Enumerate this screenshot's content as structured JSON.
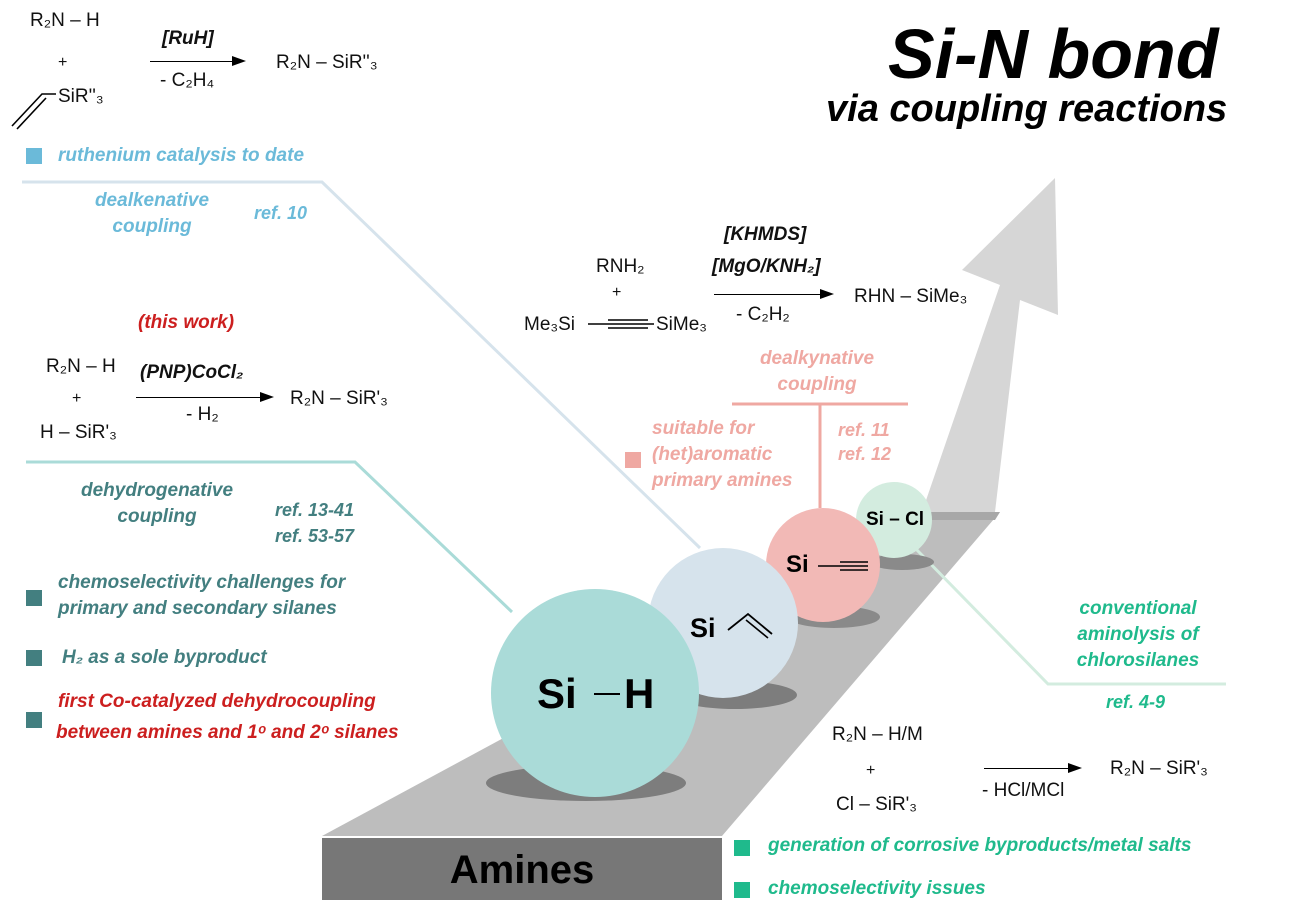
{
  "title": "Si-N bond",
  "subtitle": "via coupling reactions",
  "ruthenium": {
    "reactant1": "R₂N – H",
    "plus": "+",
    "reactant2": "SiR''₃",
    "catalyst": "[RuH]",
    "byproduct": "- C₂H₄",
    "product": "R₂N – SiR''₃",
    "bullet": "ruthenium catalysis to date",
    "label_line1": "dealkenative",
    "label_line2": "coupling",
    "ref": "ref. 10",
    "colors": {
      "blue": "#6bbad9"
    }
  },
  "this_work": {
    "tag": "(this work)",
    "reactant1": "R₂N – H",
    "plus": "+",
    "reactant2": "H – SiR'₃",
    "catalyst": "(PNP)CoCl₂",
    "byproduct": "- H₂",
    "product": "R₂N – SiR'₃",
    "label_line1": "dehydrogenative",
    "label_line2": "coupling",
    "ref1": "ref. 13-41",
    "ref2": "ref. 53-57",
    "bullets": [
      "chemoselectivity challenges for",
      "primary and secondary silanes",
      "H₂ as a sole byproduct",
      "first Co-catalyzed dehydrocoupling",
      "between amines and 1ᵒ and 2ᵒ silanes"
    ],
    "colors": {
      "teal": "#437f80",
      "red": "#cc1f1f"
    }
  },
  "dealkynative": {
    "reactant1": "RNH₂",
    "plus": "+",
    "reactant2_left": "Me₃Si",
    "reactant2_right": "SiMe₃",
    "catalyst1": "[KHMDS]",
    "catalyst2": "[MgO/KNH₂]",
    "byproduct": "- C₂H₂",
    "product": "RHN – SiMe₃",
    "label_line1": "dealkynative",
    "label_line2": "coupling",
    "ref1": "ref. 11",
    "ref2": "ref. 12",
    "note": [
      "suitable for",
      "(het)aromatic",
      "primary amines"
    ],
    "colors": {
      "pink": "#efa8a2"
    }
  },
  "aminolysis": {
    "label": [
      "conventional",
      "aminolysis of",
      "chlorosilanes"
    ],
    "ref": "ref. 4-9",
    "reactant1": "R₂N – H/M",
    "plus": "+",
    "reactant2": "Cl – SiR'₃",
    "byproduct": "- HCl/MCl",
    "product": "R₂N – SiR'₃",
    "bullets": [
      "generation of corrosive byproducts/metal salts",
      "chemoselectivity issues"
    ],
    "colors": {
      "green": "#1fba8c"
    }
  },
  "spheres": {
    "sih": "Si—H",
    "si_vinyl": "Si",
    "si_alkyne": "Si",
    "sicl": "Si – Cl",
    "colors": {
      "sih": "#aadbd8",
      "vinyl": "#d6e3ec",
      "alkyne": "#f2b9b6",
      "sicl": "#d3ecdf"
    }
  },
  "base_label": "Amines"
}
